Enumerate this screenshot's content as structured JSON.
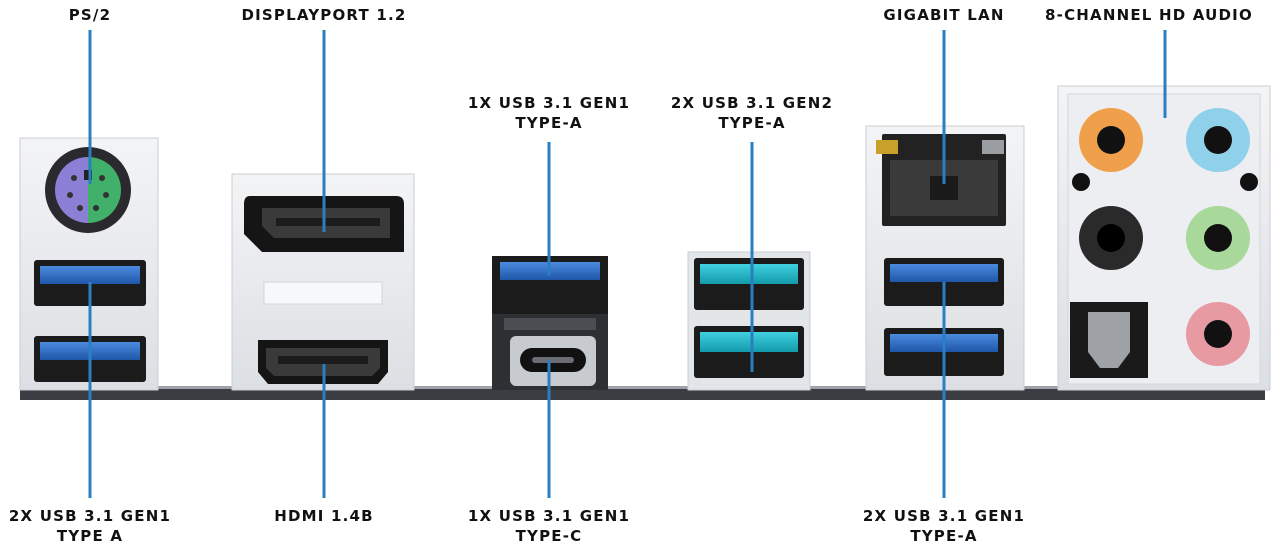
{
  "labels": {
    "ps2": "PS/2",
    "displayport": "DISPLAYPORT 1.2",
    "usb_gen1_top": [
      "1X USB 3.1 GEN1",
      "TYPE-A"
    ],
    "usb_gen2": [
      "2X USB 3.1 GEN2",
      "TYPE-A"
    ],
    "lan": "GIGABIT LAN",
    "audio": "8-CHANNEL HD AUDIO",
    "usb_left": [
      "2X USB 3.1 GEN1",
      "TYPE A"
    ],
    "hdmi": "HDMI 1.4B",
    "usb_typec": [
      "1X USB 3.1 GEN1",
      "TYPE-C"
    ],
    "usb_lan": [
      "2X USB 3.1 GEN1",
      "TYPE-A"
    ]
  },
  "colors": {
    "callout_line": "#2a7fc1",
    "usb_gen1_blue": "#2f6fc8",
    "usb_gen2_teal": "#1fb6c9",
    "io_shield": "#e9ebee",
    "port_black": "#1b1b1b",
    "audio_orange": "#f0a04a",
    "audio_blue": "#8fd0ea",
    "audio_green": "#a8d89a",
    "audio_pink": "#e79aa2",
    "ps2_purple": "#8c7fd6",
    "ps2_green": "#41b06a"
  }
}
